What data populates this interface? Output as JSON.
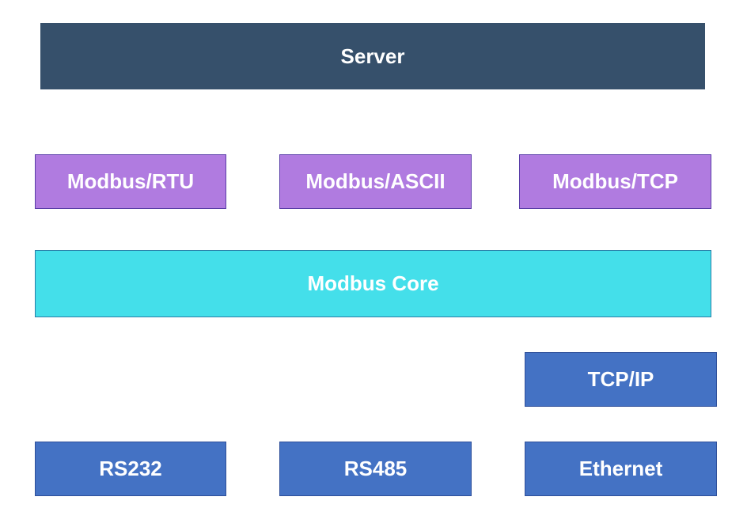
{
  "layers": {
    "application": {
      "label": "Server",
      "color": "#36506b"
    },
    "protocols": {
      "color": "#b07be0",
      "border": "#5a3ea8",
      "items": [
        {
          "label": "Modbus/RTU"
        },
        {
          "label": "Modbus/ASCII"
        },
        {
          "label": "Modbus/TCP"
        }
      ]
    },
    "core": {
      "label": "Modbus Core",
      "color": "#44dfea",
      "border": "#2a7fa8"
    },
    "transport": {
      "label": "TCP/IP",
      "color": "#4472c4"
    },
    "physical": {
      "color": "#4472c4",
      "border": "#2e4f9a",
      "items": [
        {
          "label": "RS232"
        },
        {
          "label": "RS485"
        },
        {
          "label": "Ethernet"
        }
      ]
    }
  }
}
